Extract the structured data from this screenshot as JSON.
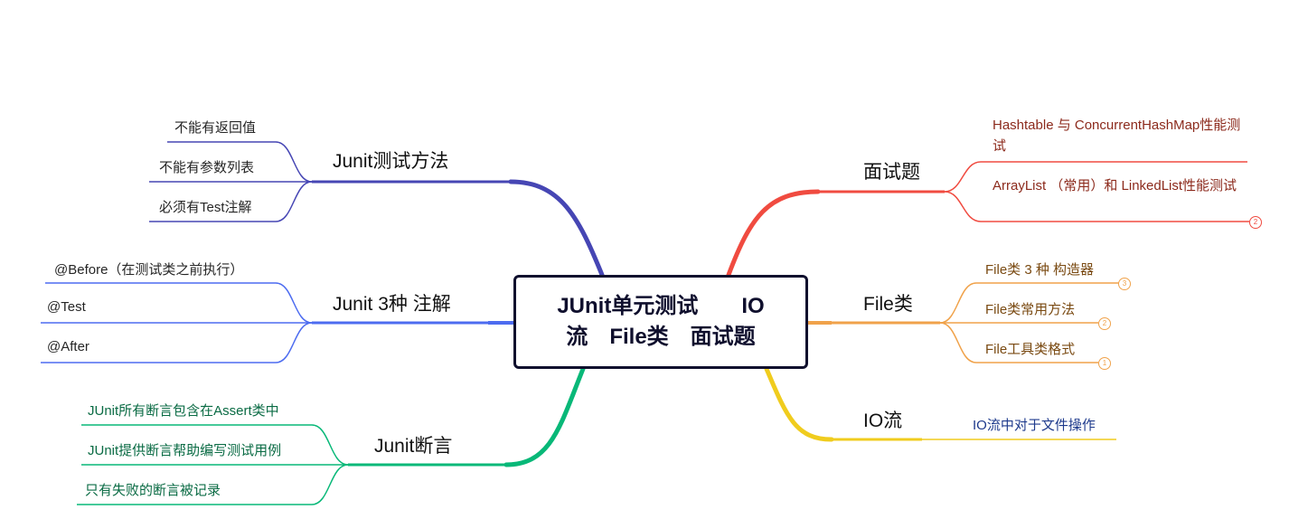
{
  "root": {
    "title": "JUnit单元测试　　IO\n流　File类　面试题"
  },
  "branches": [
    {
      "label": "Junit测试方法",
      "color": "#4646b4",
      "leaves": [
        "不能有返回值",
        "不能有参数列表",
        "必须有Test注解"
      ]
    },
    {
      "label": "Junit 3种 注解",
      "color": "#4d6cf0",
      "leaves": [
        "@Before（在测试类之前执行）",
        "@Test",
        "@After"
      ]
    },
    {
      "label": "Junit断言",
      "color": "#08b878",
      "leaves": [
        "JUnit所有断言包含在Assert类中",
        "JUnit提供断言帮助编写测试用例",
        "只有失败的断言被记录"
      ]
    },
    {
      "label": "面试题",
      "color": "#f04b40",
      "leaves": [
        "Hashtable 与 ConcurrentHashMap性能测试",
        "ArrayList （常用）和 LinkedList性能测试"
      ],
      "badges": [
        "2"
      ]
    },
    {
      "label": "File类",
      "color": "#f0a24a",
      "leaves": [
        "File类 3 种 构造器",
        "File类常用方法",
        "File工具类格式"
      ],
      "badges": [
        "3",
        "2",
        "1"
      ]
    },
    {
      "label": "IO流",
      "color": "#f0cc1e",
      "leaves": [
        "IO流中对于文件操作"
      ]
    }
  ],
  "leaf_colors": {
    "left": "#262626",
    "interview": "#8c2a1c",
    "file": "#7a4a12",
    "io": "#1e3a8c",
    "assert": "#0a6b44"
  }
}
